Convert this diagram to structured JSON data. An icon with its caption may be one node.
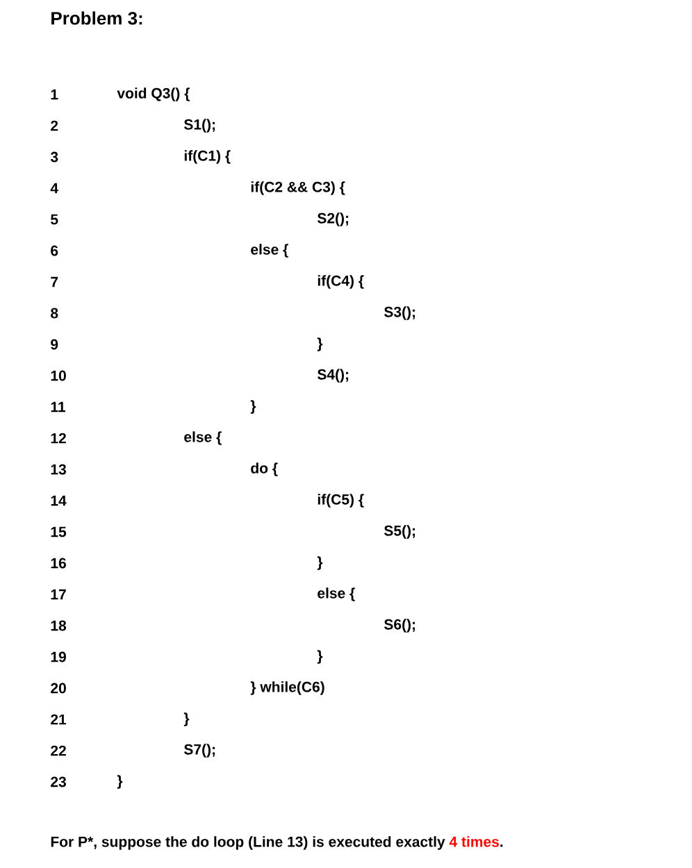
{
  "diagram": {
    "title": "Problem 3:",
    "labels": [
      "1",
      "void Q3() {",
      "2",
      "S1();",
      "3",
      "if(C1) {",
      "4",
      "if(C2 && C3) {",
      "5",
      "S2();",
      "6",
      "else {",
      "7",
      "if(C4) {",
      "8",
      "S3();",
      "9",
      "}",
      "10",
      "S4();",
      "11",
      "}",
      "12",
      "else {",
      "13",
      "do {",
      "14",
      "if(C5) {",
      "15",
      "S5();",
      "16",
      "}",
      "17",
      "else {",
      "18",
      "S6();",
      "19",
      "}",
      "20",
      "} while(C6)",
      "21",
      "}",
      "22",
      "S7();",
      "23",
      "}",
      "For P*, suppose the do loop (Line 13) is executed exactly",
      "4 times",
      "."
    ]
  }
}
